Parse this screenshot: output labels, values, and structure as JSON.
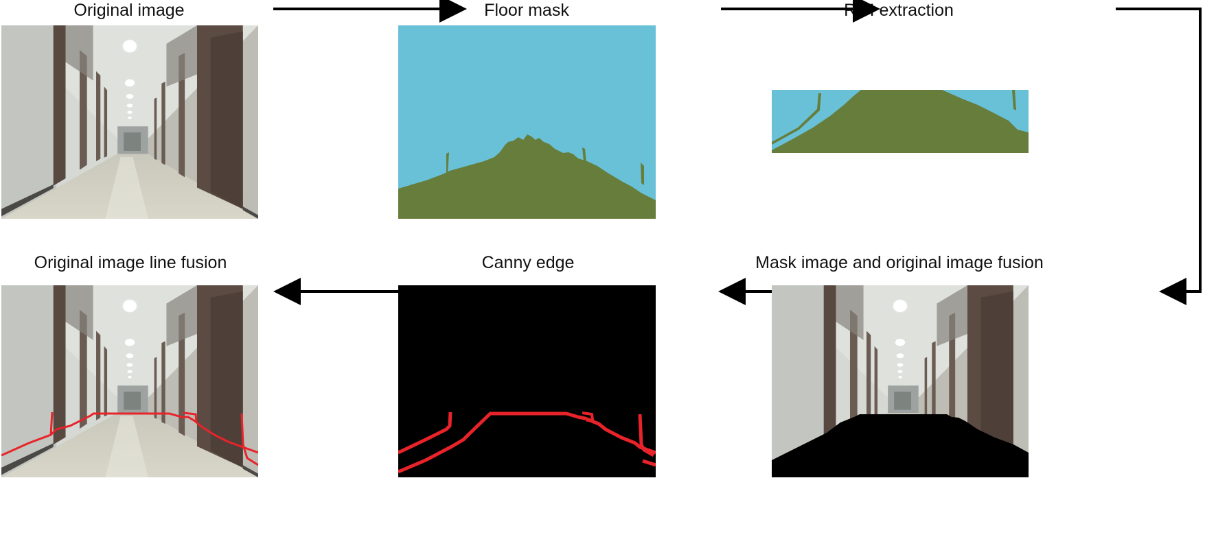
{
  "steps": {
    "original": "Original image",
    "floor_mask": "Floor mask",
    "roi": "ROI extraction",
    "fusion_mask": "Mask image and original image fusion",
    "canny": "Canny edge",
    "line_fusion": "Original image line fusion"
  },
  "colors": {
    "mask_background": "#69c1d8",
    "floor": "#677d3b",
    "edge": "#e8232a",
    "edge_background": "#000000",
    "arrow": "#000000"
  },
  "icons": [
    "corridor-photo",
    "segmentation-mask",
    "edge-map",
    "flow-arrow"
  ]
}
